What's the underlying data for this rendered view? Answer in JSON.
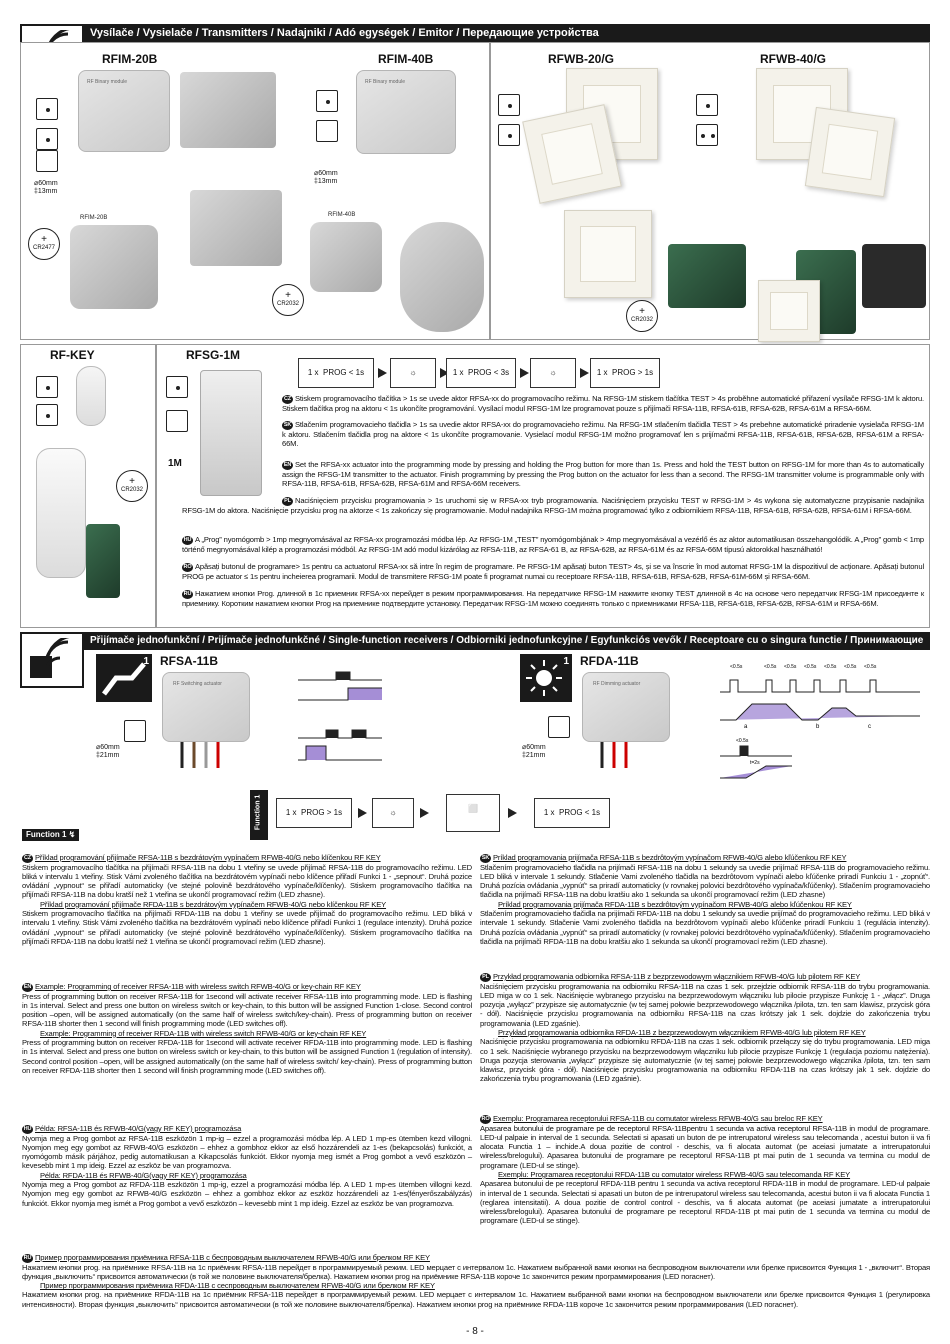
{
  "header1": {
    "title": "Vysílače / Vysielače / Transmitters / Nadajniki / Adó egységek / Emitor / Передающие устройства"
  },
  "transmitters": {
    "rfim20b": {
      "title": "RFIM-20B",
      "dim1": "⌀60mm",
      "dim2": "‡13mm",
      "label": "RFIM-20B",
      "module_text": "RF Binary module",
      "battery": "CR2477"
    },
    "rfim40b": {
      "title": "RFIM-40B",
      "dim1": "⌀60mm",
      "dim2": "‡13mm",
      "label": "RFIM-40B",
      "module_text": "RF Binary module",
      "battery": "CR2032"
    },
    "rfwb20g": {
      "title": "RFWB-20/G"
    },
    "rfwb40g": {
      "title": "RFWB-40/G",
      "battery": "CR2032"
    }
  },
  "rfkey": {
    "title": "RF-KEY",
    "battery": "CR2032"
  },
  "rfsg1m": {
    "title": "RFSG-1M",
    "unit_label": "1M",
    "steps": [
      {
        "count": "1 x",
        "text": "PROG < 1s"
      },
      {
        "count": "1 x",
        "text": "PROG < 3s"
      },
      {
        "count": "1 x",
        "text": "PROG > 1s"
      }
    ],
    "paragraphs": [
      {
        "lang": "CZ",
        "text": "Stiskem programovacího tlačítka > 1s se uvede aktor RFSA-xx do programovacího režimu. Na RFSG-1M stiskem tlačítka TEST > 4s proběhne automatické přiřazení vysílače RFSG-1M k aktoru. Stiskem tlačítka prog na aktoru < 1s ukončíte programování. Vysílací modul RFSG-1M lze programovat pouze s přijímači RFSA-11B, RFSA-61B, RFSA-62B, RFSA-61M a RFSA-66M."
      },
      {
        "lang": "SK",
        "text": "Stlačením programovacieho tlačidla > 1s sa uvedie aktor RFSA-xx do programovacieho režimu. Na RFSG-1M stlačením tlačidla TEST > 4s prebehne automatické priradenie vysielača RFSG-1M k aktoru. Stlačením tlačidla prog na aktore < 1s ukončíte programovanie. Vysielací modul RFSG-1M možno programovať len s prijímačmi RFSA-11B, RFSA-61B, RFSA-62B, RFSA-61M a RFSA-66M."
      },
      {
        "lang": "EN",
        "text": "Set the RFSA-xx actuator into the programming mode by pressing and holding the Prog button for more than 1s. Press and hold the TEST button on RFSG-1M for more than 4s to automatically assign the RFSG-1M transmitter to the actuator. Finish programming by pressing the Prog button on the actuator for less than a second. The RFSG-1M transmitter volume is programmable only with RFSA-11B, RFSA-61B, RFSA-62B, RFSA-61M and RFSA-66M receivers."
      },
      {
        "lang": "PL",
        "text": "Naciśnięciem przycisku programowania > 1s uruchomi się w RFSA-xx tryb programowania. Naciśnięciem przycisku TEST w RFSG-1M > 4s wykona się automatyczne przypisanie nadajnika RFSG-1M do aktora. Naciśnięcie przycisku prog na aktorze < 1s zakończy się programowanie. Moduł nadajnika RFSG-1M można programować tylko z odbiornikiem RFSA-11B, RFSA-61B, RFSA-62B, RFSA-61M i RFSA-66M."
      },
      {
        "lang": "HU",
        "text": "A „Prog” nyomógomb > 1mp megnyomásával az RFSA-xx programozási módba lép. Az RFSG-1M „TEST” nyomógombjának > 4mp megnyomásával a vezérlő és az aktor automatikusan összehangolódik. A „Prog” gomb < 1mp történő megnyomásával kilép a programozási módból. Az RFSG-1M adó modul kizárólag az RFSA-11B, az RFSA-61 B, az RFSA-62B, az RFSA-61M és az RFSA-66M típusú aktorokkal használható!"
      },
      {
        "lang": "RO",
        "text": "Apăsați butonul de programare> 1s pentru ca actuatorul RFSA-xx să intre în regim de programare. Pe RFSG-1M apăsați buton TEST> 4s, și se va înscrie în mod automat RFSG-1M la dispozitivul de acționare. Apăsați butonul PROG pe actuator ≤ 1s pentru incheierea programarii. Modul de transmitere RFSG-1M poate fi programat numai cu receptoare RFSA-11B, RFSA-61B, RFSA-62B, RFSA-61M-66M și RFSA-66M."
      },
      {
        "lang": "RU",
        "text": "Нажатием кнопки Prog. длинной в 1с приемник RFSA-xx перейдет в режим программирования. На передатчике RFSG-1M нажмите кнопку TEST длинной в 4с на основе чего передатчик RFSG-1M присоединтe к приемнику. Коротким нажатием кнопки Prog на приемнике подтвердите установку. Передатчик RFSG-1M можно соединять только с приемниками RFSA-11B, RFSA-61B, RFSA-62B, RFSA-61M и RFSA-66M."
      }
    ]
  },
  "header2": {
    "title": "Přijímače jednofunkční / Prijímače jednofunkčné / Single-function receivers / Odbiorniki jednofunkcyjne / Egyfunkciós vevők / Receptoare cu o singura functie / Принимающие устройства"
  },
  "receivers": {
    "rfsa11b": {
      "title": "RFSA-11B",
      "dim1": "⌀60mm",
      "dim2": "‡21mm",
      "module_text": "RF Switching actuator",
      "badge": "1"
    },
    "rfda11b": {
      "title": "RFDA-11B",
      "dim1": "⌀60mm",
      "dim2": "‡21mm",
      "module_text": "RF Dimming actuator",
      "badge": "1"
    }
  },
  "timing": {
    "labels_top": [
      "<0.5s",
      "<0.5s",
      "<0.5s",
      "<0.5s",
      "<0.5s",
      "<0.5s",
      "<0.5s"
    ],
    "phases": [
      "a",
      "b",
      "c"
    ],
    "single": "<0.5s",
    "t_label": "t=2s"
  },
  "function1": {
    "tag": "Function 1",
    "vertical_label": "Function 1",
    "steps": [
      {
        "count": "1 x",
        "text": "PROG > 1s"
      },
      {
        "count": "1 x",
        "text": "PROG < 1s"
      }
    ]
  },
  "examples": {
    "cz": {
      "lang": "CZ",
      "h1": "Příklad programování přijímače RFSA-11B s bezdrátovým vypínačem RFWB-40/G nebo klíčenkou RF KEY",
      "p1": "Stiskem programovacího tlačítka na přijímači RFSA-11B na dobu 1 vteřiny se uvede přijímač RFSA-11B do programovacího režimu. LED bliká v intervalu 1 vteřiny. Stisk Vámi zvoleného tlačítka na bezdrátovém vypínači nebo klíčence přiřadí Funkci 1 - „sepnout“. Druhá pozice ovládání „vypnout“ se přiřadí automaticky (ve stejné polovině bezdrátového vypínače/klíčenky). Stiskem programovacího tlačítka na přijímači RFSA-11B na dobu kratší než 1 vteřina se ukončí programovací režim (LED zhasne).",
      "h2": "Příklad programování přijímače RFDA-11B s bezdrátovým vypínačem RFWB-40/G nebo klíčenkou RF KEY",
      "p2": "Stiskem programovacího tlačítka na přijímači RFDA-11B na dobu 1 vteřiny se uvede přijímač do programovacího režimu. LED bliká v intervalu 1 vteřiny. Stisk Vámi zvoleného tlačítka na bezdrátovém vypínači nebo klíčence přiřadí Funkci 1 (regulace intenzity). Druhá pozice ovládání „vypnout“ se přiřadí automaticky (ve stejné polovině bezdrátového vypínače/klíčenky). Stiskem programovacího tlačítka na přijímači RFDA-11B na dobu kratší než 1 vteřina se ukončí programovací režim (LED zhasne)."
    },
    "sk": {
      "lang": "SK",
      "h1": "Príklad programovania prijímača RFSA-11B s bezdrôtovým vypínačom RFWB-40/G alebo kľúčenkou RF KEY",
      "p1": "Stlačením programovacieho tlačidla na prijímači RFSA-11B na dobu 1 sekundy sa uvedie prijímač RFSA-11B do programovacieho režimu. LED bliká v intervale 1 sekundy. Stlačenie Vami zvoleného tlačidla na bezdrôtovom vypínači alebo kľúčenke priradí Funkciu 1 - „zopnúť“. Druhá pozícia ovládania „vypnúť“ sa priradí automaticky (v rovnakej polovici bezdrôtového vypínača/kľúčenky). Stlačením programovacieho tlačidla na prijímači RFSA-11B na dobu kratšiu ako 1 sekunda sa ukončí programovací režim (LED zhasne)",
      "h2": "Príklad programovania prijímača RFDA-11B s bezdrôtovým vypínačom RFWB-40/G alebo kľúčenkou RF KEY",
      "p2": "Stlačením programovacieho tlačidla na prijímači RFDA-11B na dobu 1 sekundy sa uvedie prijímač do programovacieho režimu. LED bliká v intervale 1 sekundy. Stlačenie Vami zvoleného tlačidla na bezdrôtovom vypínači alebo kľúčenke priradí Funkciu 1 (regulácia intenzity). Druhá pozícia ovládania „vypnúť“ sa priradí automaticky (v rovnakej polovici bezdrôtového vypínača/kľúčenky). Stlačením programovacieho tlačidla na prijímači RFDA-11B na dobu kratšiu ako 1 sekunda sa ukončí programovací režim (LED zhasne)."
    },
    "en": {
      "lang": "EN",
      "h1": "Example: Programming of receiver RFSA-11B with wireless switch RFWB-40/G or key-chain RF KEY",
      "p1": "Press of programming button on receiver RFSA-11B for 1second will activate receiver RFSA-11B into programming mode. LED is flashing in 1s interval. Select and press one button on wireless switch or key-chain, to this button will be assigned Function 1-close. Second control position –open, will be assigned automatically (on the same half of wireless switch/key-chain). Press of programming button on receiver RFSA-11B shorter then 1 second will finish programming mode (LED switches off).",
      "h2": "Example: Programming of receiver RFDA-11B with wireless switch RFWB-40/G or key-chain RF KEY",
      "p2": "Press of programming button on receiver RFDA-11B for 1second will activate receiver RFDA-11B into programming mode. LED is flashing in 1s interval. Select and press one button on wireless switch or key-chain, to this button will be assigned Function 1 (regulation of intensity). Second control position –open, will be assigned automatically (on the same half of wireless switch/ key-chain). Press of programming button on receiver RFDA-11B shorter then 1 second will finish programming mode (LED switches off)."
    },
    "pl": {
      "lang": "PL",
      "h1": "Przykład programowania odbiornika RFSA-11B z bezprzewodowym włącznikiem RFWB-40/G lub pilotem RF KEY",
      "p1": "Naciśnięciem przycisku programowania na odbiorniku RFSA-11B na czas 1 sek. przejdzie odbiornik RFSA-11B do trybu programowania. LED miga w co 1 sek. Naciśnięcie wybranego przycisku na bezprzewodowym włączniku lub pilocie przypisze Funkcję 1 - „włącz”. Druga pozycja „wyłącz” przypisze się automatycznie (w tej samej połowie bezprzewodowego włącznika /pilota, tzn. ten sam klawisz, przycisk góra - dół). Naciśnięcie przycisku programowania na odbiorniku RFSA-11B na czas krótszy jak 1 sek. dojdzie do zakończenia trybu programowania (LED zgaśnie).",
      "h2": "Przykład programowania odbiornika RFDA-11B z bezprzewodowym włącznikiem RFWB-40/G lub pilotem RF KEY",
      "p2": "Naciśnięcie przycisku programowania na odbiorniku RFDA-11B na czas 1 sek. odbiornik przełączy się do trybu programowania. LED miga co 1 sek. Naciśnięcie wybranego przycisku na bezprzewodowym włączniku lub pilocie przypisze Funkcję 1 (regulacja poziomu natężenia). Druga pozycja sterowania „wyłącz” przypisze się automatycznie (w tej samej połowie bezprzewodowego włącznika /pilota, tzn. ten sam klawisz, przycisk góra - dół). Naciśnięcie przycisku programowania na odbiorniku RFDA-11B na czas krótszy jak 1 sek. dojdzie do zakończenia trybu programowania (LED zgaśnie)."
    },
    "hu": {
      "lang": "HU",
      "h1": "Példa: RFSA-11B és RFWB-40/G(vagy RF KEY) programozása",
      "p1": "Nyomja meg a Prog gombot az RFSA-11B eszközön 1 mp-ig – ezzel a programozási módba lép. A LED 1 mp-es ütemben kezd villogni. Nyomjon meg egy gombot az RFWB-40/G eszközön – ehhez a gombhoz ekkor az első hozzárendeli az 1-es (bekapcsolás) funkciót, a nyomógomb másik párjához, pedig automatikusan a Kikapcsolás funkciót. Ekkor nyomja meg ismét a Prog gombot a vevő eszközön – kevesebb mint 1 mp ideig. Ezzel az eszköz be van programozva.",
      "h2": "Példa: RFDA-11B és RFWB-40/G(vagy RF KEY) programozása",
      "p2": "Nyomja meg a Prog gombot az RFDA-11B eszközön 1 mp-ig, ezzel a programozási módba lép. A LED 1 mp-es ütemben villogni kezd. Nyomjon meg egy gombot az RFWB-40/G eszközön – ehhez a gombhoz ekkor az eszköz hozzárendeli az 1-es(fényerőszabályzás) funkciót. Ekkor nyomja meg ismét a Prog gombot a vevő eszközön – kevesebb mint 1 mp ideig. Ezzel az eszköz be van programozva."
    },
    "ro": {
      "lang": "RO",
      "h1": "Exemplu: Programarea receptorului RFSA-11B cu comutator wireless RFWB-40/G sau breloc RF KEY",
      "p1": "Apasarea butonului de programare pe de receptorul RFSA-11Bpentru 1 secunda va activa receptorul RFSA-11B in modul de programare. LED-ul palpaie in interval de 1 secunda. Selectati si apasati un buton de pe intrerupatorul wireless sau telecomanda , acestui buton ii va fi alocata Functia 1 – inchide.A doua pozitie de control - deschis, va fi alocata automat (pe aceiasi jumatate a intrerupatorului wireless/brelogului). Apasarea butonului de programare pe receptorul RFSA-11B pt mai putin de 1 secunda va termina cu modul de programare (LED-ul se stinge).",
      "h2": "Exemplu: Programarea receptorului RFDA-11B cu comutator wireless RFWB-40/G sau telecomanda RF KEY",
      "p2": "Apasarea butonului de pe receptorul RFDA-11B pentru 1 secunda va activa receptorul RFDA-11B in modul de programare. LED-ul palpaie in interval de 1 secunda. Selectati si apasati un buton de pe intrerupatorul wireless sau telecomanda, acestui buton ii va fi alocata Functia 1 (reglarea intensitatii). A doua pozitie de control control - deschis, va fi alocata automat (pe aceiasi jumatate a intrerupatorului wireless/brelogului). Apasarea butonului de programare pe receptorul RFDA-11B pt mai putin de 1 secunda va termina cu modul de programare (LED-ul se stinge)."
    },
    "ru": {
      "lang": "RU",
      "h1": "Пример программирования приёмника RFSA-11B с беспроводным выключателем RFWB-40/G или брелком RF KEY",
      "p1": "Нажатием кнопки prog. на приёмнике RFSA-11B на 1с приёмник RFSA-11B перейдет в программируемый режим. LED мерцает с интервалом 1с. Нажатием выбранной вами кнопки на беспроводном выключатели или брелке присвоится Функция 1 - „включит“. Вторая функция „выключить“ присвоится автоматически (в той же половине выключателя/брелка). Нажатием кнопки prog на приёмнике RFSA-11B короче 1с закончится режим программирования (LED погаснет).",
      "h2": "Пример программирования приёмника RFDA-11B с сеспроводным выключателем RFWB-40/G или брелком RF KEY",
      "p2": "Нажатием кнопки prog. на приёмнике RFDA-11B на 1с приёмник RFSA-11B перейдет в программируемый режим. LED мерцает с интервалом 1с. Нажатием выбранной вами кнопки на беспроводном выключатели или брелке присвоится Функция 1 (регулировка интенсивности). Вторая функция „выключить“ присвоится автоматически (в той же половине выключателя/брелка). Нажатием кнопки prog на приёмнике RFDA-11B короче 1с закончится режим программирования (LED погаснет)."
    }
  },
  "page_number": "- 8 -"
}
